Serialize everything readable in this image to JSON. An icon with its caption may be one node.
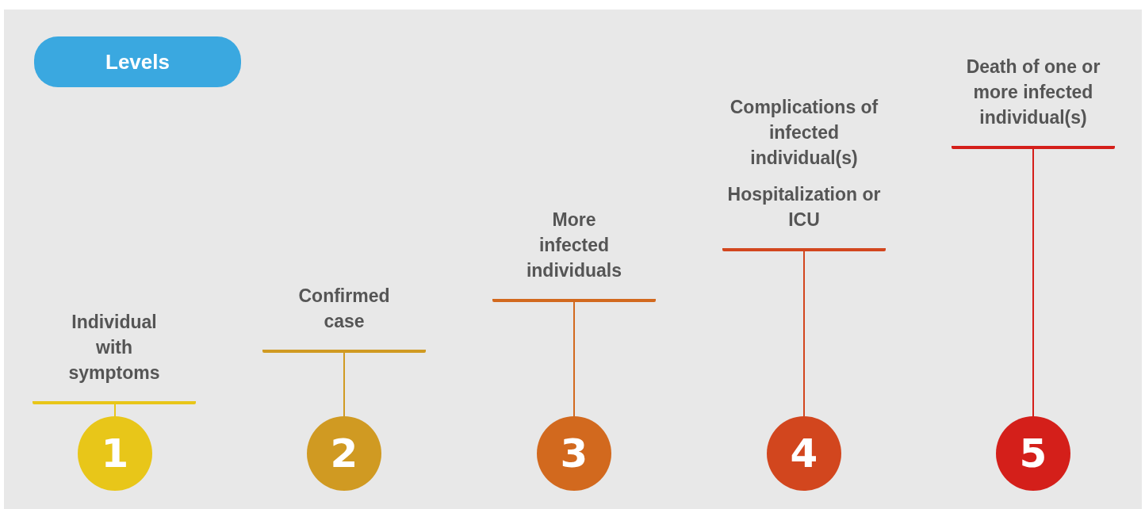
{
  "diagram": {
    "nodes": [
      {
        "text": [
          "Levels"
        ]
      },
      {
        "text": [
          "Individual with symptoms"
        ]
      },
      {
        "text": [
          "1"
        ]
      },
      {
        "text": [
          "Confirmed case"
        ]
      },
      {
        "text": [
          "2"
        ]
      },
      {
        "text": [
          "More infected individuals"
        ]
      },
      {
        "text": [
          "3"
        ]
      },
      {
        "text": [
          "Complications of infected individual(s)",
          "Hospitalization or ICU"
        ]
      },
      {
        "text": [
          "4"
        ]
      },
      {
        "text": [
          "Death of one or more infected individual(s)"
        ]
      },
      {
        "text": [
          "5"
        ]
      }
    ],
    "edges": [
      {
        "from": 2,
        "to": 1,
        "arrow": "none",
        "color": "#e8c619"
      },
      {
        "from": 4,
        "to": 3,
        "arrow": "none",
        "color": "#d09a22"
      },
      {
        "from": 6,
        "to": 5,
        "arrow": "none",
        "color": "#d2691e"
      },
      {
        "from": 8,
        "to": 7,
        "arrow": "none",
        "color": "#d2461e"
      },
      {
        "from": 10,
        "to": 9,
        "arrow": "none",
        "color": "#d41f1a"
      }
    ]
  }
}
